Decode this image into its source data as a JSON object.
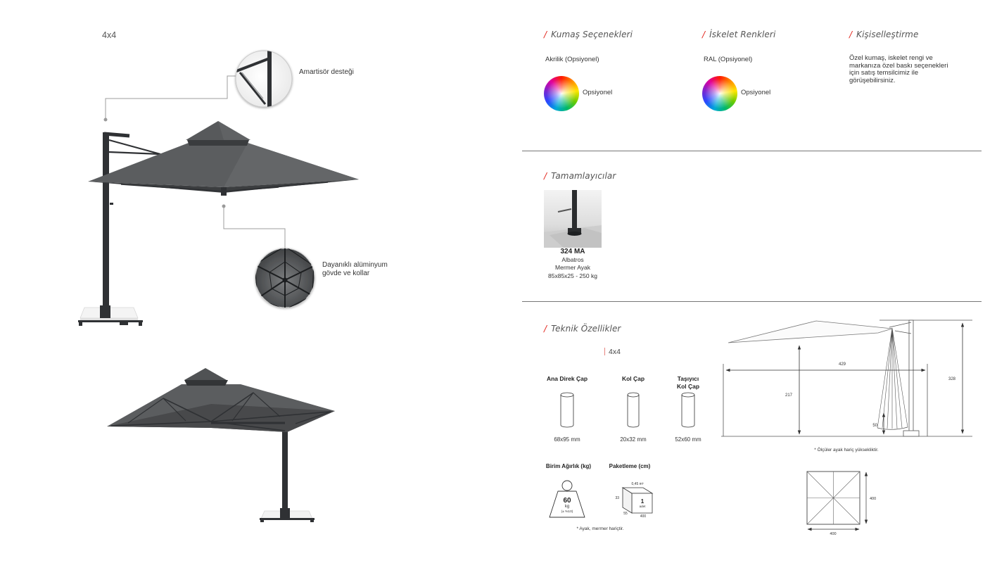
{
  "ui": {
    "marker": "/"
  },
  "product": {
    "size_label": "4x4"
  },
  "callouts": {
    "damper": {
      "label": "Amartisör desteği"
    },
    "frame": {
      "lines": [
        "Dayanıklı alüminyum",
        "gövde ve kollar"
      ]
    }
  },
  "options": {
    "fabric": {
      "title": "Kumaş Seçenekleri",
      "subtitle": "Akrilik (Opsiyonel)",
      "swatch_label": "Opsiyonel"
    },
    "frame_colors": {
      "title": "İskelet Renkleri",
      "subtitle": "RAL (Opsiyonel)",
      "swatch_label": "Opsiyonel"
    },
    "personalization": {
      "title": "Kişiselleştirme",
      "lines": [
        "Özel kumaş, iskelet rengi ve",
        "markanıza özel baskı seçenekleri",
        "için satış temsilcimiz ile",
        "görüşebilirsiniz."
      ]
    }
  },
  "accessories": {
    "title": "Tamamlayıcılar",
    "items": [
      {
        "code": "324 MA",
        "name": "Albatros",
        "type": "Mermer Ayak",
        "spec": "85x85x25 - 250 kg"
      }
    ]
  },
  "technical": {
    "title": "Teknik Özellikler",
    "model": "4x4",
    "diameters": [
      {
        "label_lines": [
          "Ana Direk Çap"
        ],
        "value": "68x95 mm"
      },
      {
        "label_lines": [
          "Kol Çap"
        ],
        "value": "20x32 mm"
      },
      {
        "label_lines": [
          "Taşıyıcı",
          "Kol Çap"
        ],
        "value": "52x60 mm"
      }
    ],
    "weight": {
      "label": "Birim Ağırlık (kg)",
      "value": "60",
      "unit": "kg",
      "tolerance": "(± %10)"
    },
    "packaging": {
      "label": "Paketleme (cm)",
      "volume": "0,45 m³",
      "height": "33",
      "depth": "55",
      "length": "400",
      "qty": "1",
      "qty_unit": "adet"
    },
    "footnote": "* Ayak, mermer hariçtir.",
    "side_view": {
      "width": "429",
      "clearance": "217",
      "min_height": "50",
      "total_height": "328",
      "note": "* Ölçüler ayak hariç yüksekliktir."
    },
    "top_view": {
      "side_a": "400",
      "side_b": "400"
    }
  },
  "icons": {
    "swatch": "color-wheel-icon",
    "diameter": "cylinder-icon",
    "weight": "weight-icon",
    "package": "box-icon"
  },
  "colors": {
    "accent": "#e2231a",
    "canopy": "#5b5d5f",
    "frame": "#2f3134"
  }
}
